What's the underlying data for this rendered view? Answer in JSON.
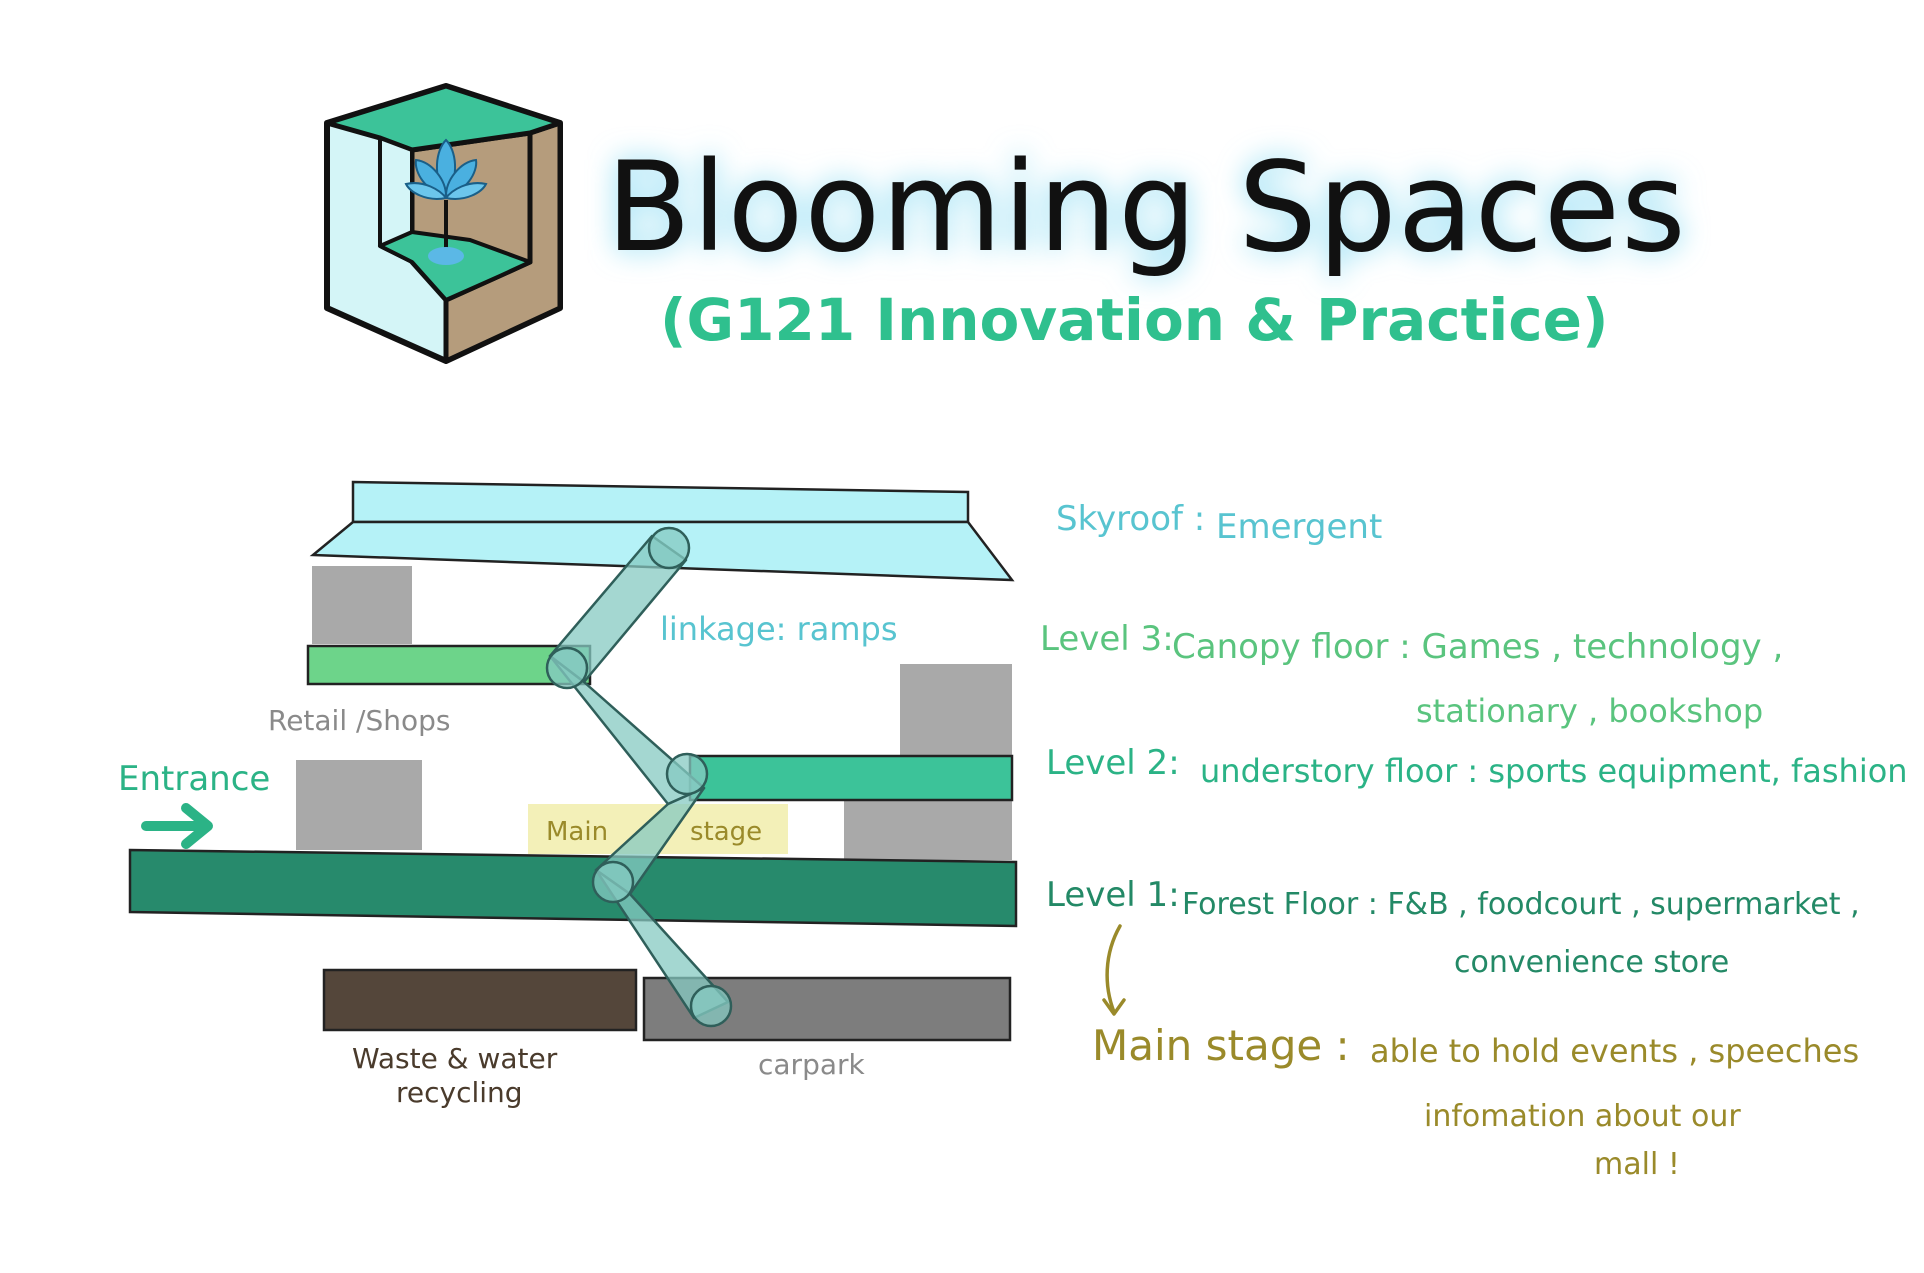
{
  "header": {
    "title": "Blooming Spaces",
    "subtitle": "(G121 Innovation & Practice)"
  },
  "diagram": {
    "labels": {
      "linkage": "linkage: ramps",
      "retail": "Retail /Shops",
      "entrance": "Entrance",
      "main_stage_left": "Main",
      "main_stage_right": "stage",
      "waste_line1": "Waste & water",
      "waste_line2": "recycling",
      "carpark": "carpark"
    },
    "levels": {
      "skyroof": {
        "name": "Skyroof :",
        "desc": "Emergent"
      },
      "level3": {
        "name": "Level 3:",
        "desc_line1": "Canopy floor : Games , technology ,",
        "desc_line2": "stationary , bookshop"
      },
      "level2": {
        "name": "Level 2:",
        "desc": "understory floor : sports equipment, fashion"
      },
      "level1": {
        "name": "Level 1:",
        "desc_line1": "Forest Floor : F&B , foodcourt , supermarket ,",
        "desc_line2": "convenience store"
      }
    },
    "main_stage_note": {
      "name": "Main stage :",
      "line1": "able to hold events , speeches",
      "line2": "infomation about our",
      "line3": "mall !"
    },
    "colors": {
      "skyroof": "#b5f2f7",
      "level3": "#6dd48a",
      "level2": "#3cc399",
      "level1": "#278a6c",
      "retail_block": "#a9a9a9",
      "main_stage": "#f3f0b8",
      "waste": "#54463a",
      "carpark": "#7d7d7d",
      "ramp": "#86c9c2",
      "cyan_text": "#58c4d0",
      "green_text": "#5ac47e",
      "teal_text": "#2bb386",
      "dark_green_text": "#238966",
      "olive_text": "#9a8a2a",
      "grey_text": "#8a8a8a",
      "brown_text": "#4a3b2c"
    }
  }
}
